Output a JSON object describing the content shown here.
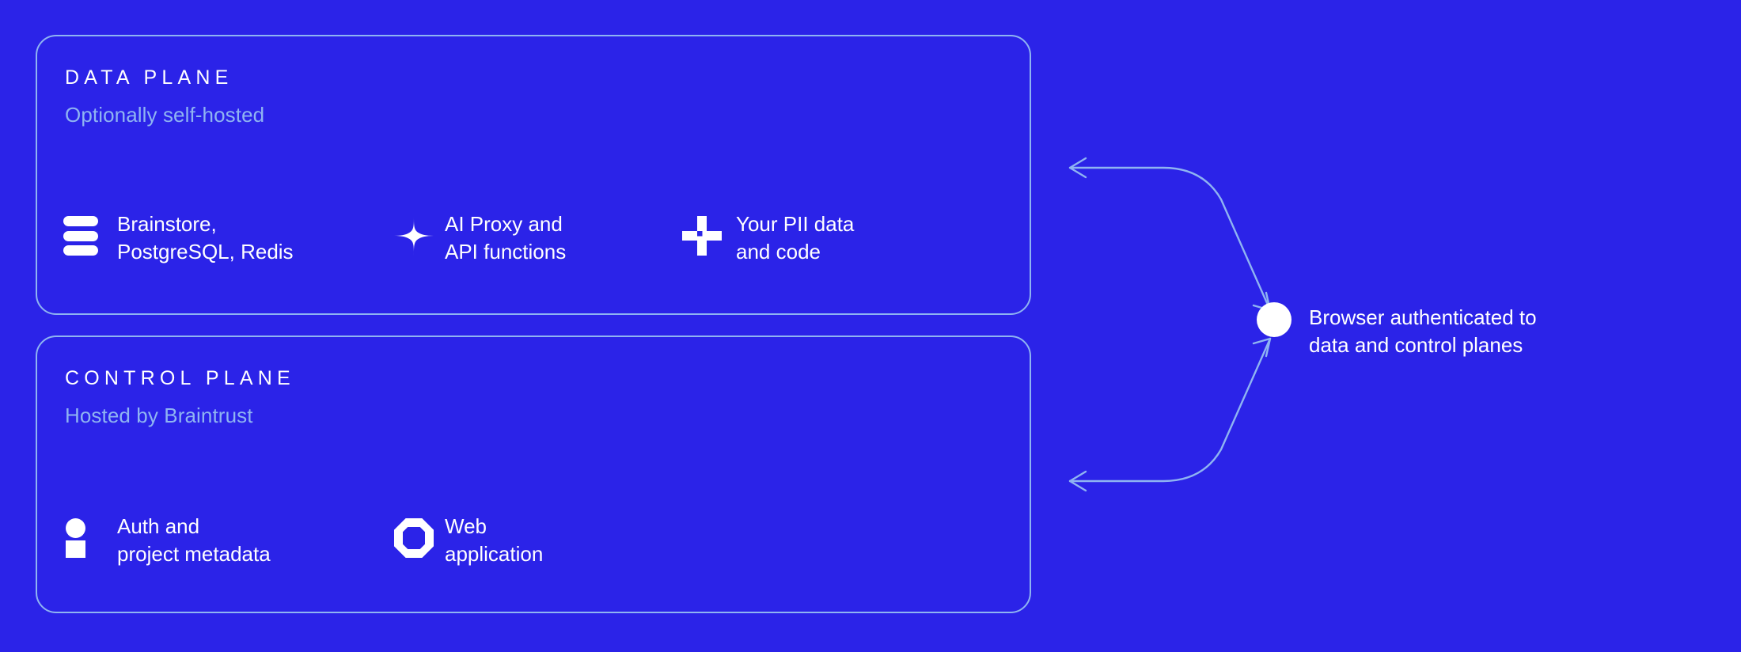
{
  "theme": {
    "background": "#2b23e8",
    "card_border": "#8fb4f2",
    "heading_color": "#ffffff",
    "subheading_color": "#8fb4f2",
    "icon_color": "#ffffff",
    "arrow_color": "#8fb4f2"
  },
  "planes": [
    {
      "id": "data-plane",
      "heading": "DATA PLANE",
      "subheading": "Optionally self-hosted",
      "features": [
        {
          "id": "storage",
          "icon": "stack-bars-icon",
          "label": "Brainstore,\nPostgreSQL, Redis"
        },
        {
          "id": "ai-proxy",
          "icon": "sparkle-icon",
          "label": "AI Proxy and\nAPI functions"
        },
        {
          "id": "pii",
          "icon": "cross-notch-icon",
          "label": "Your PII data\nand code"
        }
      ]
    },
    {
      "id": "control-plane",
      "heading": "CONTROL PLANE",
      "subheading": "Hosted by Braintrust",
      "features": [
        {
          "id": "auth",
          "icon": "person-icon",
          "label": "Auth and\nproject metadata"
        },
        {
          "id": "webapp",
          "icon": "octagon-icon",
          "label": "Web\napplication"
        }
      ]
    }
  ],
  "browser_node": {
    "icon": "circle-solid-icon",
    "label": "Browser authenticated to\ndata and control planes"
  },
  "connectors": [
    {
      "id": "data-plane-connector",
      "icon": "double-arrow-icon",
      "direction": "bidirectional"
    },
    {
      "id": "control-plane-connector",
      "icon": "double-arrow-icon",
      "direction": "bidirectional"
    }
  ]
}
